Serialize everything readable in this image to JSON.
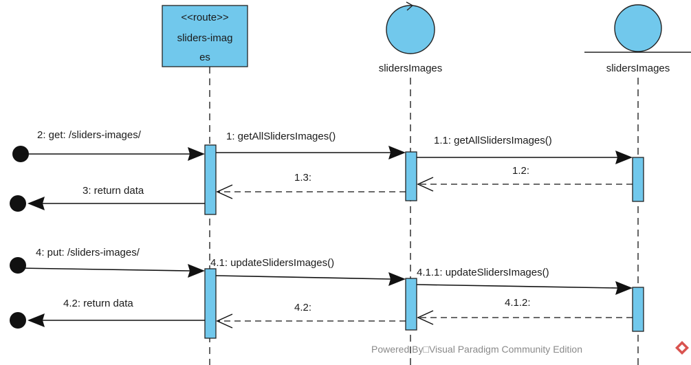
{
  "diagram": {
    "lifelines": [
      {
        "stereotype": "<<route>>",
        "name_line1": "sliders-imag",
        "name_line2": "es",
        "kind": "route-class"
      },
      {
        "name": "slidersImages",
        "kind": "control"
      },
      {
        "name": "slidersImages",
        "kind": "entity"
      }
    ],
    "messages": {
      "m2": "2: get: /sliders-images/",
      "m1": "1: getAllSlidersImages()",
      "m11": "1.1: getAllSlidersImages()",
      "m12": "1.2:",
      "m13": "1.3:",
      "m3": "3: return data",
      "m4": "4: put: /sliders-images/",
      "m41": "4.1: updateSlidersImages()",
      "m411": "4.1.1: updateSlidersImages()",
      "m412": "4.1.2:",
      "m42a": "4.2:",
      "m42b": "4.2: return data"
    },
    "colors": {
      "fill": "#71c8ec",
      "stroke": "#222222"
    }
  },
  "watermark": {
    "text": "Powered By□Visual Paradigm Community Edition",
    "logo_icon": "visual-paradigm-logo-icon"
  }
}
